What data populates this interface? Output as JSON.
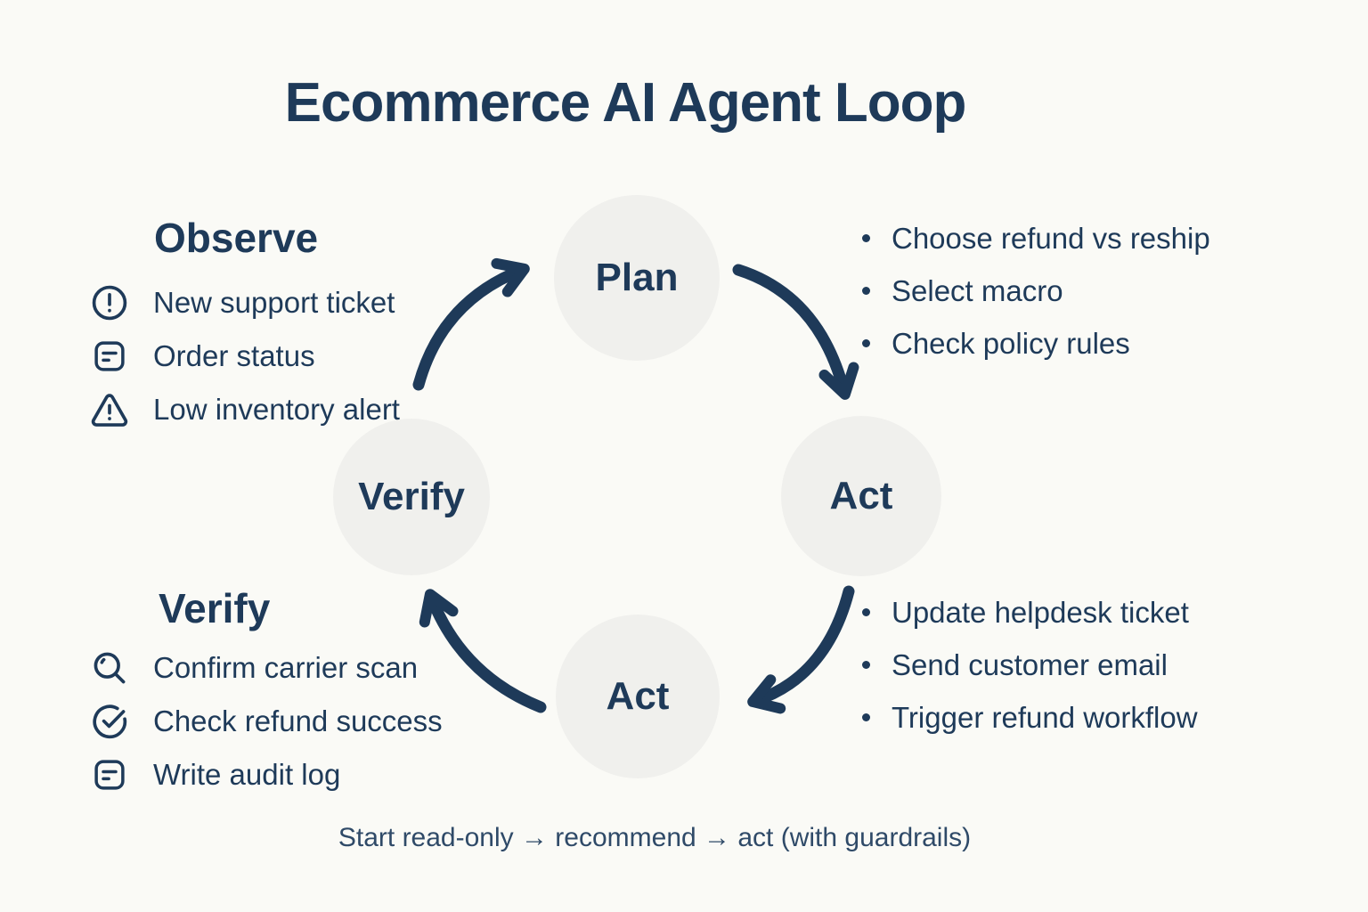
{
  "title": "Ecommerce AI Agent Loop",
  "colors": {
    "background": "#FAFAF6",
    "ink": "#1E3A59",
    "circle_fill": "#F0F0ED",
    "caption": "#2F4A68"
  },
  "loop": {
    "nodes": [
      {
        "id": "plan",
        "label": "Plan"
      },
      {
        "id": "act-right",
        "label": "Act"
      },
      {
        "id": "act-bottom",
        "label": "Act"
      },
      {
        "id": "verify-left",
        "label": "Verify"
      }
    ]
  },
  "sections": {
    "observe": {
      "heading": "Observe",
      "items": [
        {
          "icon": "alert-circle-icon",
          "label": "New support ticket"
        },
        {
          "icon": "note-lines-icon",
          "label": "Order status"
        },
        {
          "icon": "warning-triangle-icon",
          "label": "Low inventory alert"
        }
      ]
    },
    "plan_outputs": {
      "items": [
        "Choose refund vs reship",
        "Select macro",
        "Check policy rules"
      ]
    },
    "act_outputs": {
      "items": [
        "Update helpdesk ticket",
        "Send customer email",
        "Trigger refund workflow"
      ]
    },
    "verify": {
      "heading": "Verify",
      "items": [
        {
          "icon": "search-icon",
          "label": "Confirm carrier scan"
        },
        {
          "icon": "check-circle-icon",
          "label": "Check refund success"
        },
        {
          "icon": "note-lines-icon",
          "label": "Write audit log"
        }
      ]
    }
  },
  "caption": "Start read-only → recommend → act (with guardrails)"
}
